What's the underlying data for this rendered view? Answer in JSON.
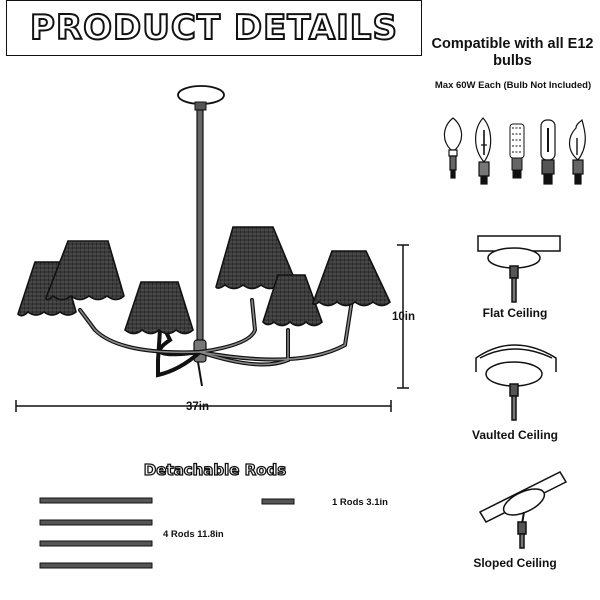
{
  "header": {
    "title": "PRODUCT DETAILS"
  },
  "bulbs": {
    "heading": "Compatible with all E12 bulbs",
    "note": "Max 60W Each (Bulb Not Included)",
    "types": [
      "flame-bulb",
      "torpedo-bulb",
      "corn-bulb",
      "tubular-bulb",
      "bent-tip-bulb"
    ]
  },
  "dimensions": {
    "width_label": "37in",
    "height_label": "10in"
  },
  "ceilings": [
    {
      "label": "Flat Ceiling"
    },
    {
      "label": "Vaulted Ceiling"
    },
    {
      "label": "Sloped Ceiling"
    }
  ],
  "rods": {
    "title": "Detachable Rods",
    "long_label": "4 Rods 11.8in",
    "short_label": "1 Rods 3.1in",
    "long_count": 4,
    "short_count": 1
  },
  "colors": {
    "ink": "#111111",
    "shade": "#3a3a3a",
    "paper": "#ffffff"
  }
}
